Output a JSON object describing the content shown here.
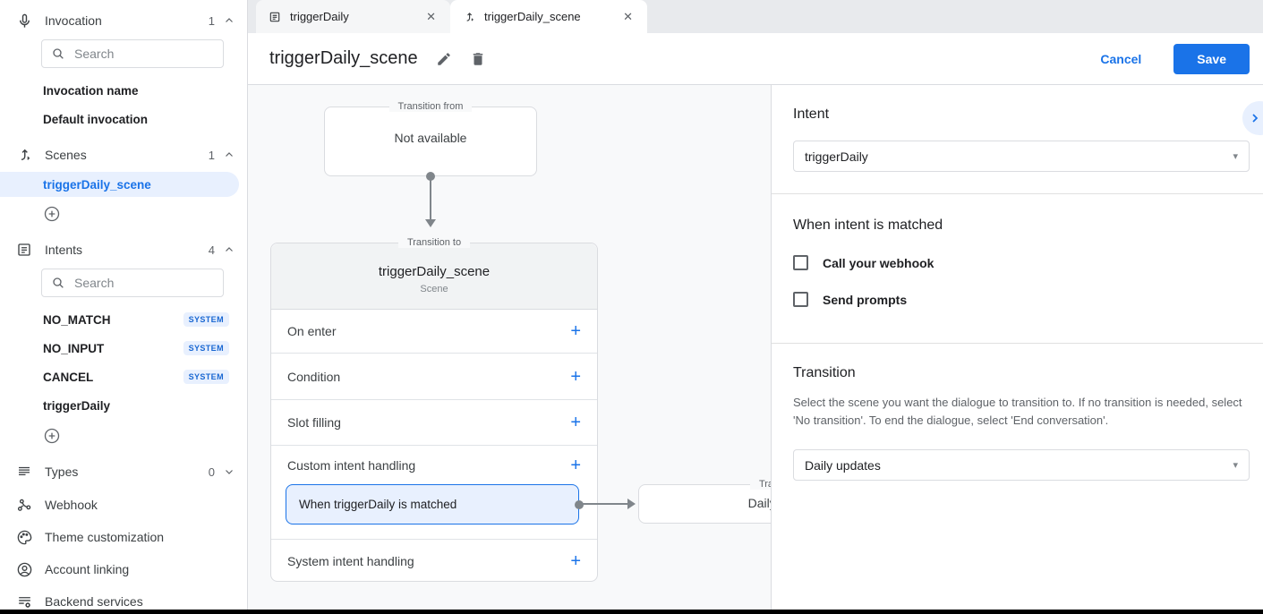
{
  "icons": {
    "plus": "+",
    "close": "✕",
    "caret": "▾"
  },
  "tabs": [
    {
      "label": "triggerDaily",
      "icon": "intent-icon"
    },
    {
      "label": "triggerDaily_scene",
      "icon": "scene-icon"
    }
  ],
  "header": {
    "title": "triggerDaily_scene",
    "cancel_label": "Cancel",
    "save_label": "Save"
  },
  "sidebar": {
    "invocation": {
      "label": "Invocation",
      "count": "1",
      "search_placeholder": "Search",
      "items": [
        {
          "label": "Invocation name"
        },
        {
          "label": "Default invocation"
        }
      ]
    },
    "scenes": {
      "label": "Scenes",
      "count": "1",
      "items": [
        {
          "label": "triggerDaily_scene",
          "selected": true
        }
      ]
    },
    "intents": {
      "label": "Intents",
      "count": "4",
      "search_placeholder": "Search",
      "items": [
        {
          "label": "NO_MATCH",
          "badge": "SYSTEM"
        },
        {
          "label": "NO_INPUT",
          "badge": "SYSTEM"
        },
        {
          "label": "CANCEL",
          "badge": "SYSTEM"
        },
        {
          "label": "triggerDaily",
          "badge": ""
        }
      ]
    },
    "types": {
      "label": "Types",
      "count": "0"
    },
    "links": [
      {
        "label": "Webhook"
      },
      {
        "label": "Theme customization"
      },
      {
        "label": "Account linking"
      },
      {
        "label": "Backend services"
      }
    ]
  },
  "canvas": {
    "transition_from": {
      "label": "Transition from",
      "content": "Not available"
    },
    "scene_card": {
      "label": "Transition to",
      "title": "triggerDaily_scene",
      "subtitle": "Scene",
      "rows": [
        {
          "label": "On enter"
        },
        {
          "label": "Condition"
        },
        {
          "label": "Slot filling"
        },
        {
          "label": "Custom intent handling"
        },
        {
          "label": "System intent handling"
        }
      ],
      "handler": {
        "label": "When triggerDaily is matched"
      }
    },
    "target_card": {
      "label": "Transition to",
      "content": "Daily updates"
    }
  },
  "panel": {
    "intent": {
      "heading": "Intent",
      "value": "triggerDaily"
    },
    "matched": {
      "heading": "When intent is matched",
      "checkboxes": [
        {
          "label": "Call your webhook",
          "checked": false
        },
        {
          "label": "Send prompts",
          "checked": false
        }
      ]
    },
    "transition": {
      "heading": "Transition",
      "description": "Select the scene you want the dialogue to transition to. If no transition is needed, select 'No transition'. To end the dialogue, select 'End conversation'.",
      "value": "Daily updates"
    }
  },
  "colors": {
    "accent": "#1a73e8",
    "selected_bg": "#e8f0fe",
    "badge_text": "#1967d2",
    "canvas_bg": "#f8f9fa"
  }
}
